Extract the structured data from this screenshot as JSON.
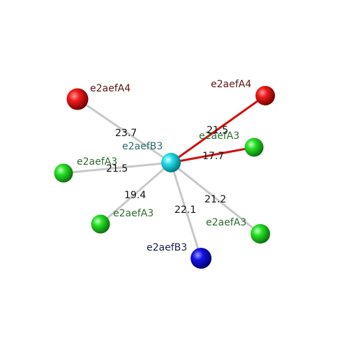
{
  "center": {
    "label": "e2aefB3",
    "color": "#22d3e0",
    "label_color": "#2a6b6b"
  },
  "neighbors": [
    {
      "id": "n1",
      "label": "e2aefA4",
      "distance": "23.7",
      "color": "#e01010",
      "label_color": "#5a1515",
      "bond_color": "#c8c8c8"
    },
    {
      "id": "n2",
      "label": "e2aefA4",
      "distance": "21.5",
      "color": "#e01010",
      "label_color": "#5a1515",
      "bond_color": "#d01010"
    },
    {
      "id": "n3",
      "label": "e2aefA3",
      "distance": "17.7",
      "color": "#22dd22",
      "label_color": "#2e6b2e",
      "bond_color": "#d01010"
    },
    {
      "id": "n4",
      "label": "e2aefA3",
      "distance": "21.5",
      "color": "#22dd22",
      "label_color": "#2e6b2e",
      "bond_color": "#c8c8c8"
    },
    {
      "id": "n5",
      "label": "e2aefA3",
      "distance": "19.4",
      "color": "#22dd22",
      "label_color": "#2e6b2e",
      "bond_color": "#c8c8c8"
    },
    {
      "id": "n6",
      "label": "e2aefB3",
      "distance": "22.1",
      "color": "#1010dd",
      "label_color": "#1a1a55",
      "bond_color": "#c8c8c8"
    },
    {
      "id": "n7",
      "label": "e2aefA3",
      "distance": "21.2",
      "color": "#22dd22",
      "label_color": "#2e6b2e",
      "bond_color": "#c8c8c8"
    }
  ]
}
